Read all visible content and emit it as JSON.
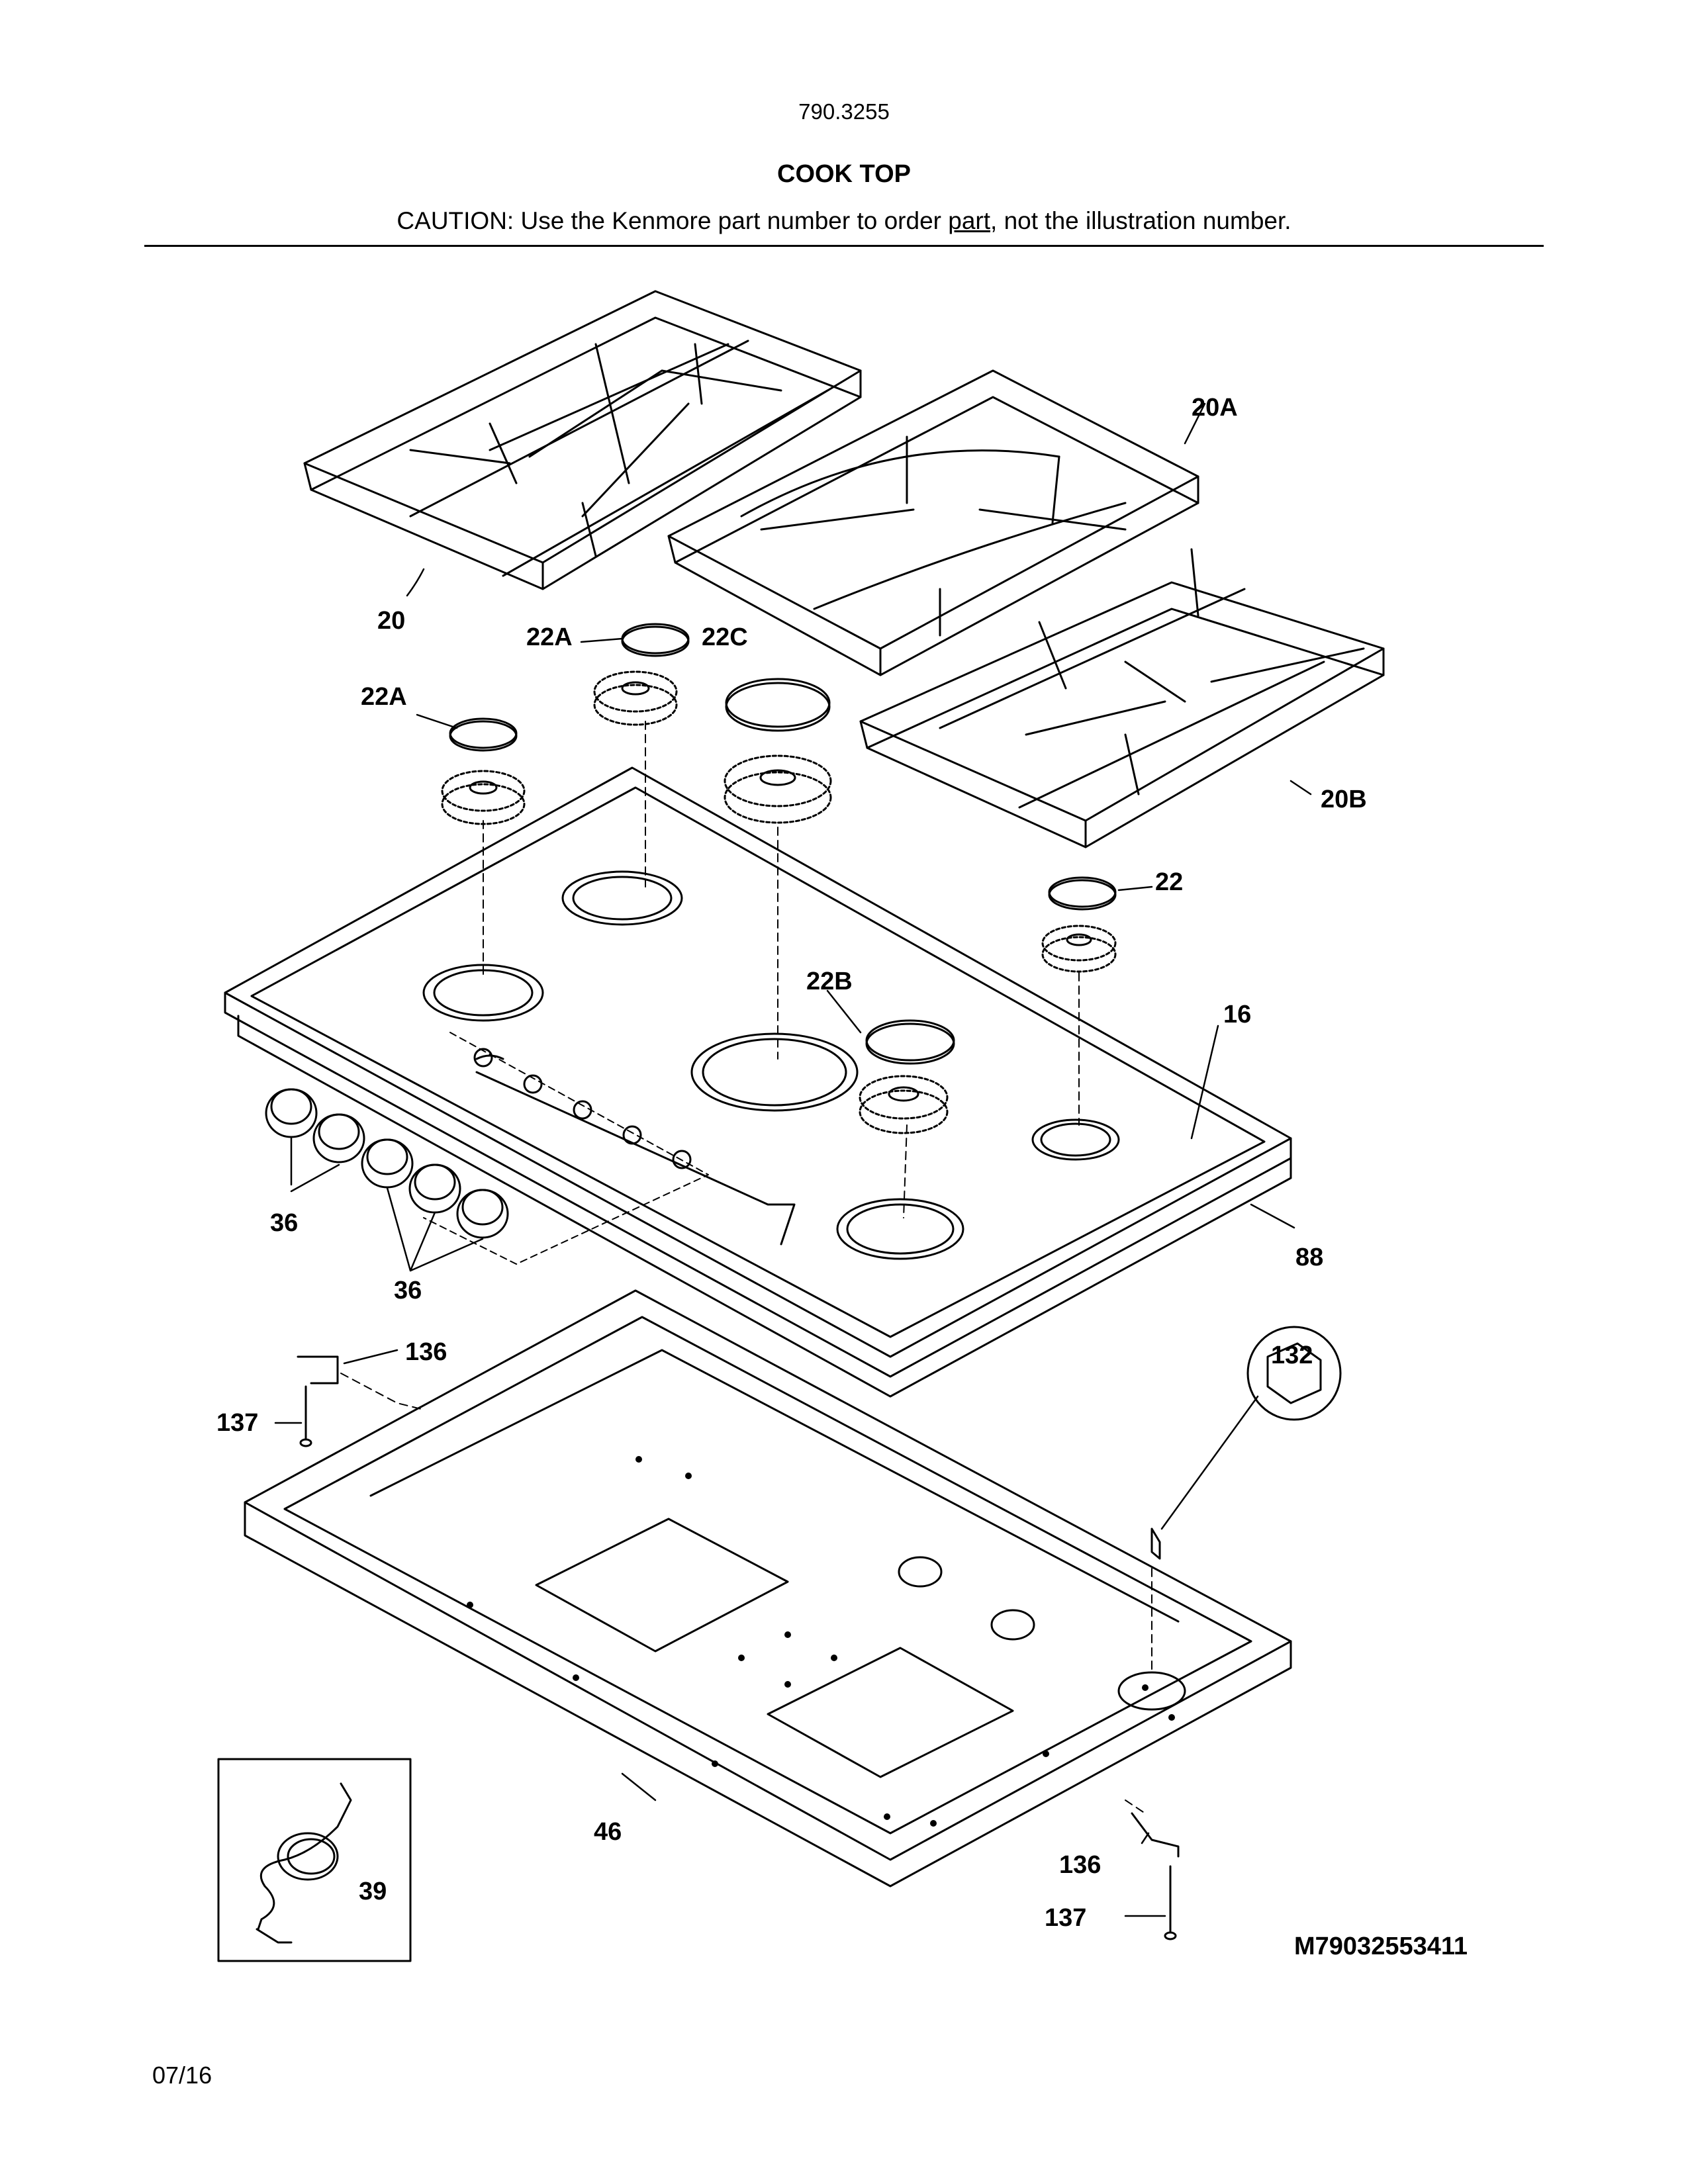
{
  "header": {
    "model": "790.3255",
    "title": "COOK TOP",
    "caution_prefix": "CAUTION: Use the Kenmore part number to order ",
    "caution_link": "part",
    "caution_suffix": ", not the illustration number."
  },
  "callouts": {
    "c20": "20",
    "c20A": "20A",
    "c20B": "20B",
    "c22": "22",
    "c22A_left": "22A",
    "c22A_mid": "22A",
    "c22B": "22B",
    "c22C": "22C",
    "c16": "16",
    "c88": "88",
    "c36_a": "36",
    "c36_b": "36",
    "c136_top": "136",
    "c137_top": "137",
    "c132": "132",
    "c46": "46",
    "c39": "39",
    "c136_bot": "136",
    "c137_bot": "137"
  },
  "footer": {
    "drawing_code": "M79032553411",
    "date": "07/16"
  }
}
